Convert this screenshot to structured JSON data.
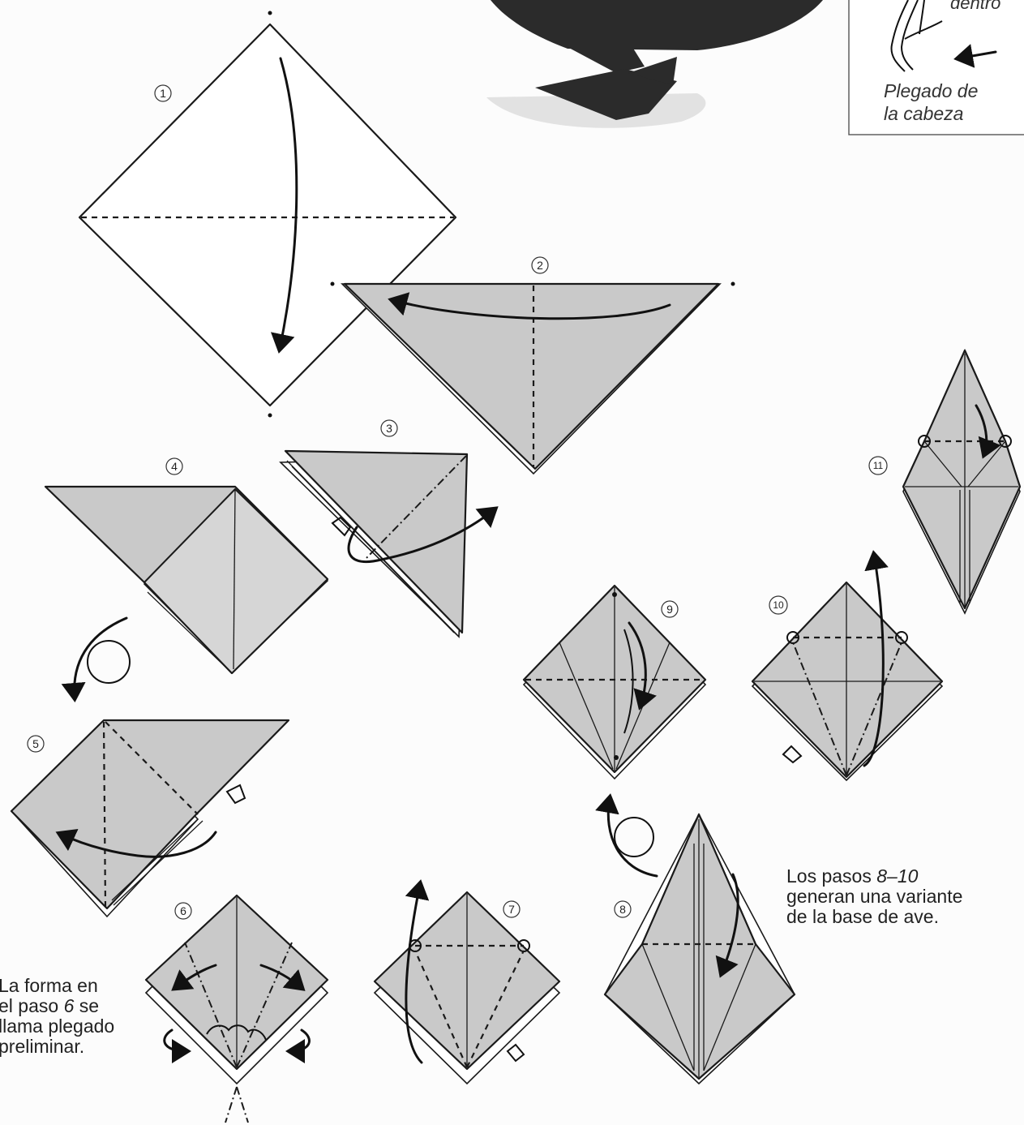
{
  "inset": {
    "top_word": "dentro",
    "label_line1": "Plegado de",
    "label_line2": "la cabeza"
  },
  "steps": [
    {
      "number": "1"
    },
    {
      "number": "2"
    },
    {
      "number": "3"
    },
    {
      "number": "4"
    },
    {
      "number": "5"
    },
    {
      "number": "6"
    },
    {
      "number": "7"
    },
    {
      "number": "8"
    },
    {
      "number": "9"
    },
    {
      "number": "10"
    },
    {
      "number": "11"
    }
  ],
  "notes": {
    "right": {
      "line1_prefix": "Los pasos ",
      "line1_ref": "8–10",
      "line2": "generan una variante",
      "line3": "de la base de ave."
    },
    "left": {
      "line1": "La forma en",
      "line2_prefix": "el paso ",
      "line2_ref": "6",
      "line2_suffix": " se",
      "line3": "llama plegado",
      "line4": "preliminar."
    }
  },
  "colors": {
    "paper": "#c9c9c9",
    "ink": "#1a1a1a",
    "penguin": "#2b2b2b"
  }
}
